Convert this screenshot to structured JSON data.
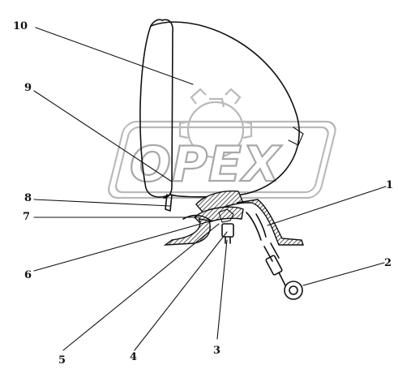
{
  "diagram": {
    "callouts": [
      {
        "id": "1",
        "label": "1"
      },
      {
        "id": "2",
        "label": "2"
      },
      {
        "id": "3",
        "label": "3"
      },
      {
        "id": "4",
        "label": "4"
      },
      {
        "id": "5",
        "label": "5"
      },
      {
        "id": "6",
        "label": "6"
      },
      {
        "id": "7",
        "label": "7"
      },
      {
        "id": "8",
        "label": "8"
      },
      {
        "id": "9",
        "label": "9"
      },
      {
        "id": "10",
        "label": "10"
      }
    ]
  },
  "watermark": {
    "text": "OPEX",
    "color": "#a8a8a8"
  }
}
